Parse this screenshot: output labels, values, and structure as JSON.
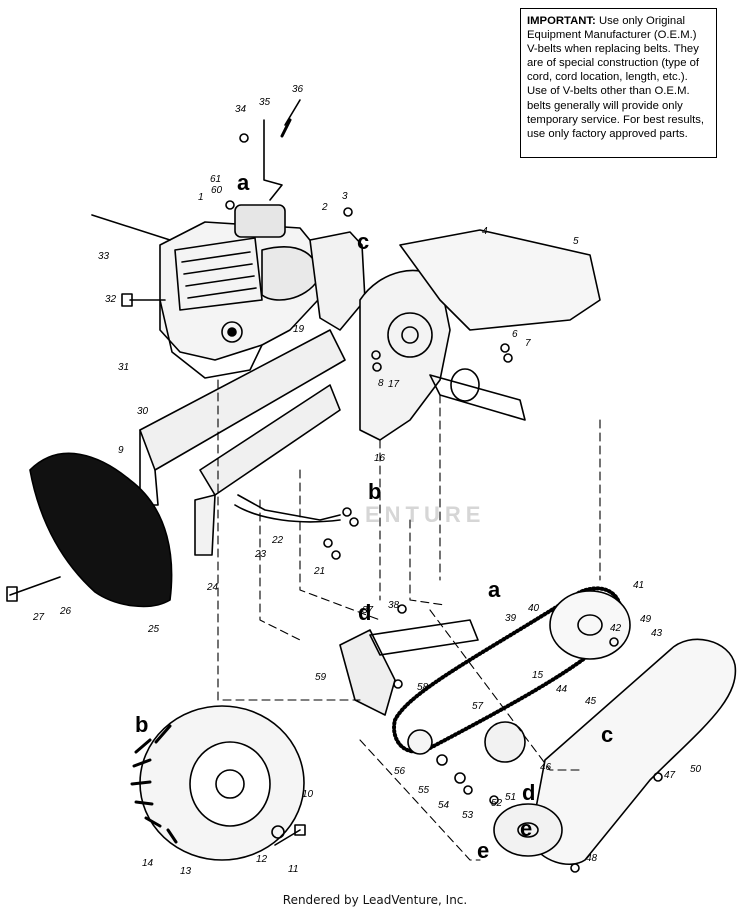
{
  "notice": {
    "heading": "IMPORTANT:",
    "body": "Use only Original Equipment Manufacturer (O.E.M.) V-belts when replacing belts. They are of special construction (type of cord, cord location, length, etc.). Use of V-belts other than O.E.M. belts generally will provide only temporary service. For best results, use only factory approved parts."
  },
  "watermark": "ENTURE",
  "footer": "Rendered by LeadVenture, Inc.",
  "reference_letters": [
    "a",
    "a",
    "b",
    "b",
    "c",
    "c",
    "d",
    "d",
    "e",
    "e"
  ],
  "callouts": [
    "1",
    "2",
    "3",
    "4",
    "5",
    "6",
    "7",
    "8",
    "9",
    "10",
    "11",
    "12",
    "13",
    "14",
    "15",
    "16",
    "17",
    "19",
    "21",
    "22",
    "23",
    "24",
    "25",
    "26",
    "27",
    "30",
    "31",
    "32",
    "33",
    "34",
    "35",
    "36",
    "37",
    "38",
    "39",
    "40",
    "41",
    "42",
    "43",
    "44",
    "45",
    "46",
    "47",
    "48",
    "49",
    "50",
    "51",
    "52",
    "53",
    "54",
    "55",
    "56",
    "57",
    "58",
    "59",
    "60",
    "61"
  ]
}
